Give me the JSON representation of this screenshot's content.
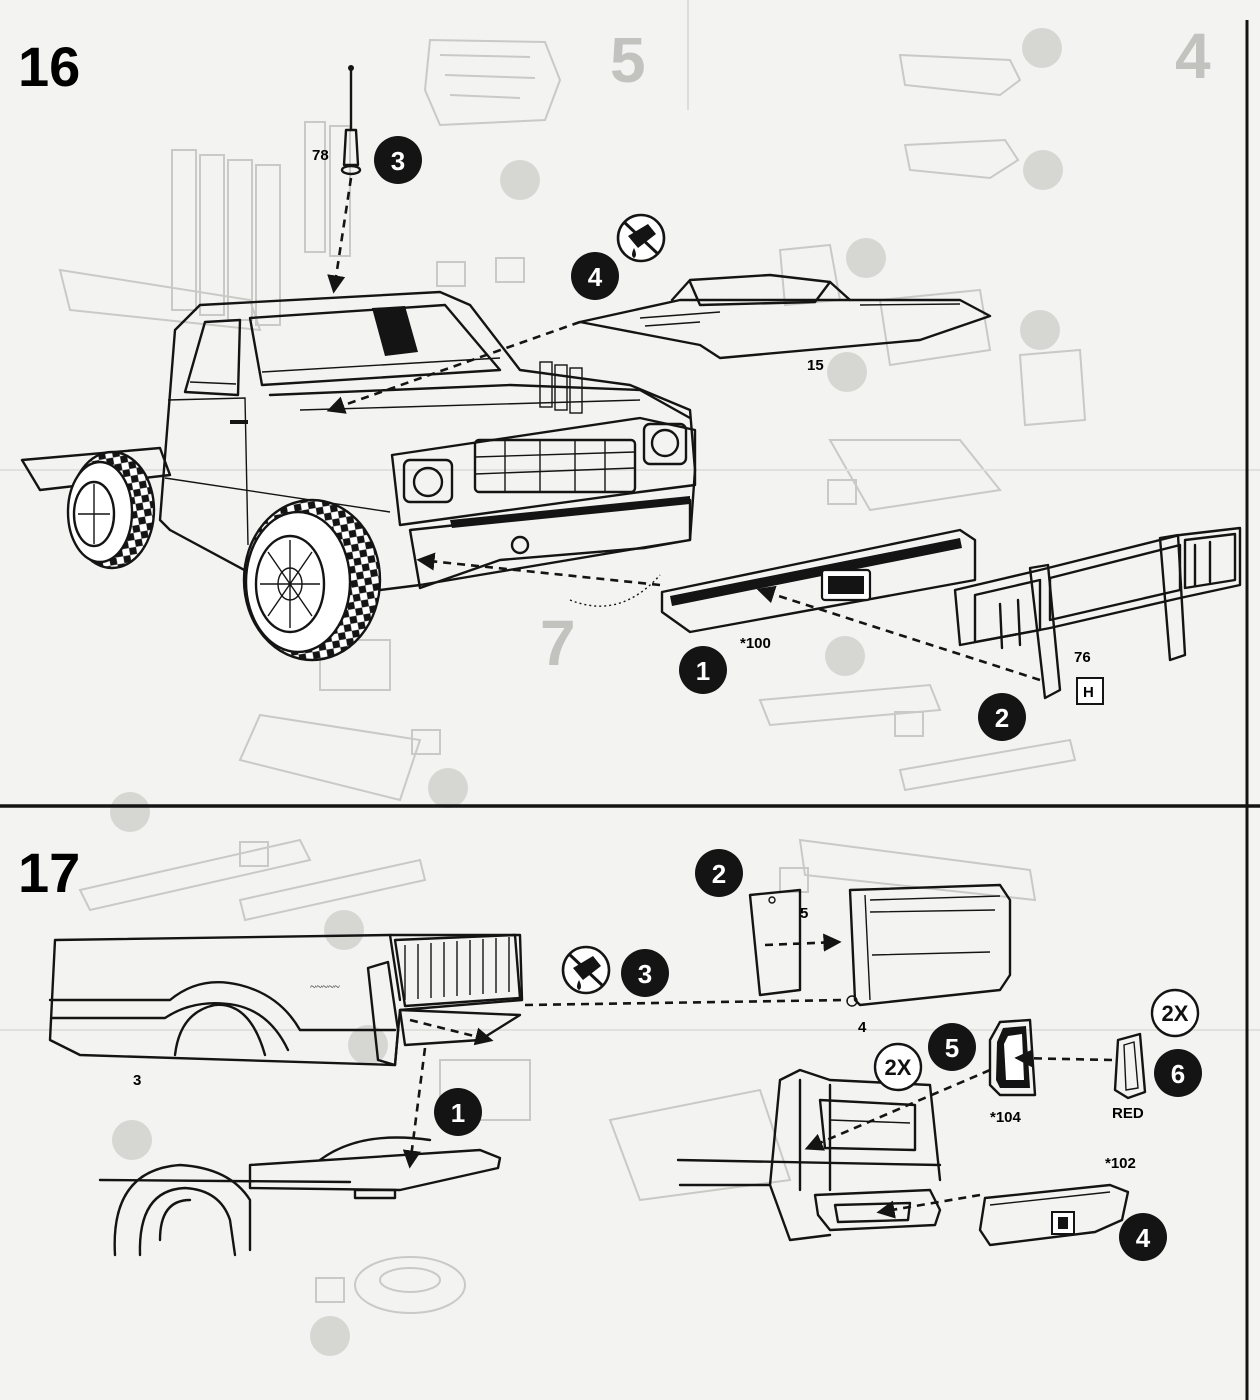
{
  "step16": {
    "number": "16",
    "parts": {
      "antenna": "78",
      "hood": "15",
      "bumper": "*100",
      "grille_guard": "76",
      "grille_guard_tree": "H"
    },
    "order": [
      "1",
      "2",
      "3",
      "4"
    ]
  },
  "step17": {
    "number": "17",
    "parts": {
      "bed": "3",
      "tailgate_inner": "5",
      "tailgate": "4",
      "tail_light_lens": "*104",
      "rear_bumper": "*102"
    },
    "order": [
      "1",
      "2",
      "3",
      "4",
      "5",
      "6"
    ],
    "multipliers": {
      "lens": "2X",
      "tail_light": "2X"
    },
    "paint_note": "RED"
  },
  "ghost_print": {
    "numbers": [
      "5",
      "4",
      "7"
    ]
  },
  "colors": {
    "ink": "#141414",
    "paper": "#f3f3f1",
    "ghost": "#c9c9c6"
  },
  "icons": [
    "no-glue-icon",
    "step-badge-icon",
    "arrow-icon"
  ]
}
